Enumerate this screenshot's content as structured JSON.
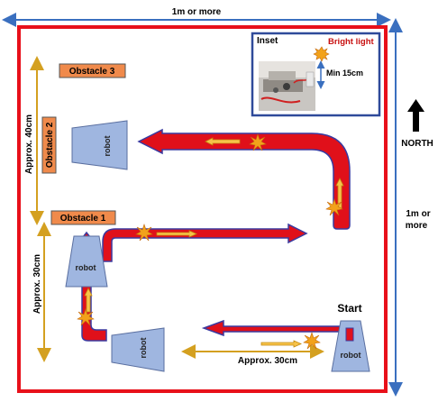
{
  "dimensions": {
    "width_label": "1m or more",
    "height_label_line1": "1m or",
    "height_label_line2": "more"
  },
  "compass": {
    "north_label": "NORTH"
  },
  "obstacles": [
    {
      "label": "Obstacle 3"
    },
    {
      "label": "Obstacle 2"
    },
    {
      "label": "Obstacle 1"
    }
  ],
  "distances": {
    "left_upper": "Approx. 40cm",
    "left_lower": "Approx. 30cm",
    "bottom": "Approx. 30cm"
  },
  "inset": {
    "title": "Inset",
    "bright_light": "Bright light",
    "min_distance": "Min 15cm"
  },
  "start_label": "Start",
  "robot_label": "robot",
  "colors": {
    "field_border": "#e8101a",
    "dimension_arrows": "#3a6fbf",
    "path_fill": "#e0101a",
    "path_outline": "#3a3aa0",
    "obstacle_fill": "#f08a4b",
    "robot_fill": "#9fb6e0",
    "distance_arrows": "#d4a020",
    "inset_border": "#2f4a9a"
  }
}
